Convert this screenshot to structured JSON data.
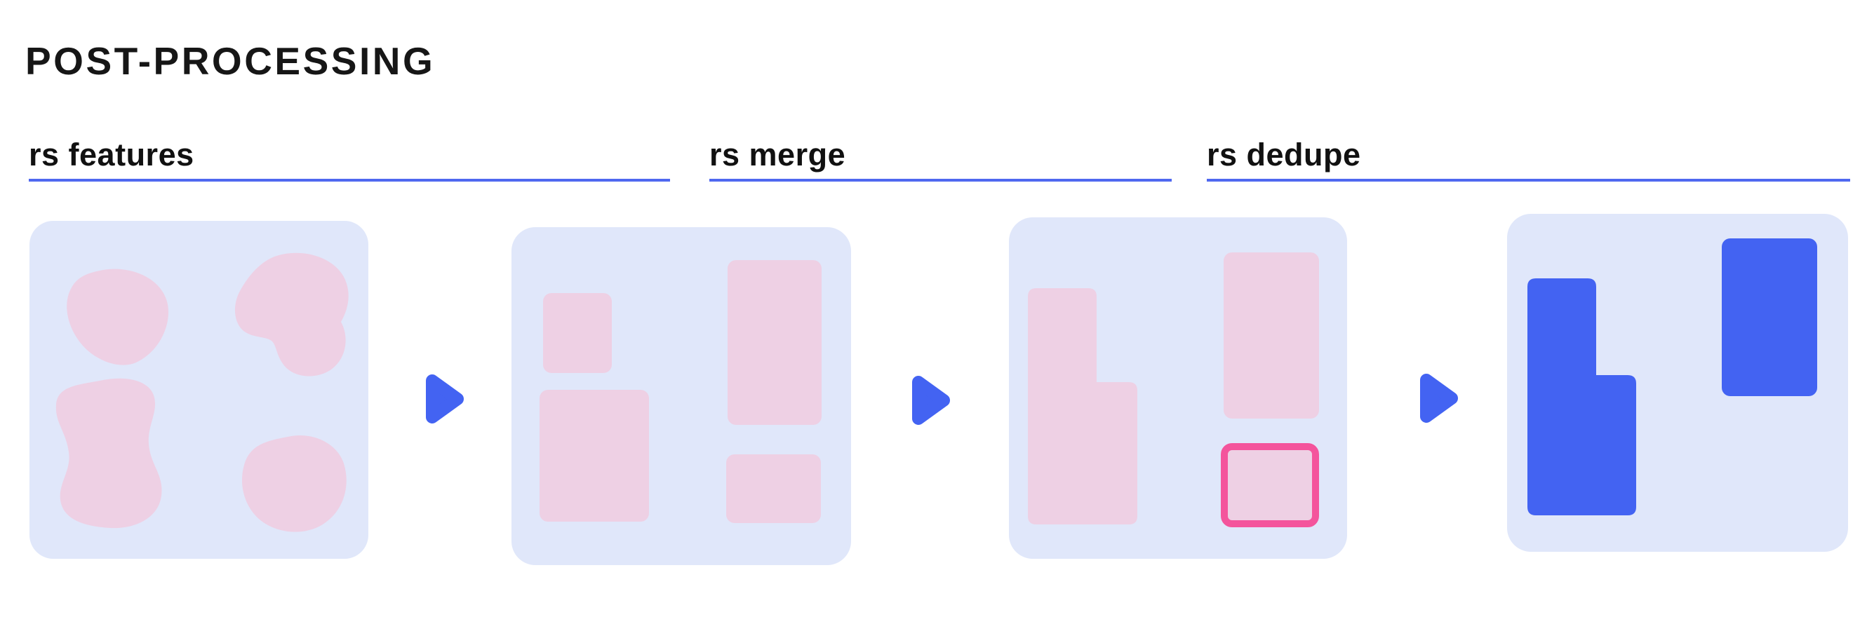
{
  "title": "POST-PROCESSING",
  "stages": [
    {
      "label": "rs features"
    },
    {
      "label": "rs merge"
    },
    {
      "label": "rs dedupe"
    }
  ],
  "icons": {
    "arrow": "arrow-right-icon"
  },
  "colors": {
    "background": "#ffffff",
    "text": "#161616",
    "underline_blue": "#4f68f0",
    "accent_blue": "#4363f2",
    "panel_bg": "#e0e7fa",
    "shape_pink": "#eed0e4",
    "highlight_pink": "#f4549c"
  }
}
